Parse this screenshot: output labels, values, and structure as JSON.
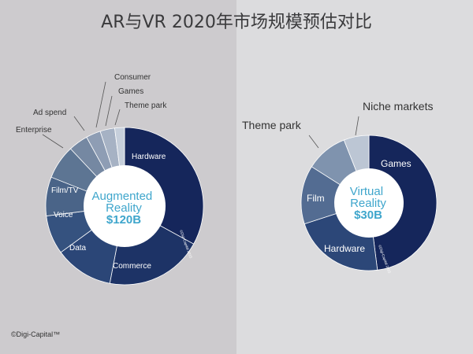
{
  "title": "AR与VR 2020年市场规模预估对比",
  "copyright": "©Digi-Capital™",
  "colors": {
    "left_bg": "#cdcbce",
    "right_bg": "#dcdcde",
    "center_text": "#3fa6cc",
    "dark_navy": "#15265b"
  },
  "chart_data": [
    {
      "type": "pie",
      "title": "Augmented Reality",
      "center_value": "$120B",
      "watermark": "©Digi-Capital 2015",
      "slices": [
        {
          "label": "Hardware",
          "value": 33,
          "color": "#15265b"
        },
        {
          "label": "Commerce",
          "value": 20,
          "color": "#1d3366"
        },
        {
          "label": "Data",
          "value": 12,
          "color": "#2b4677"
        },
        {
          "label": "Voice",
          "value": 8,
          "color": "#35527f"
        },
        {
          "label": "Film/TV",
          "value": 8,
          "color": "#4a6488"
        },
        {
          "label": "Enterprise",
          "value": 7,
          "color": "#5d7593"
        },
        {
          "label": "Ad spend",
          "value": 4,
          "color": "#7588a2"
        },
        {
          "label": "Consumer",
          "value": 3,
          "color": "#8e9db4"
        },
        {
          "label": "Games",
          "value": 3,
          "color": "#a6b2c4"
        },
        {
          "label": "Theme park",
          "value": 2,
          "color": "#c6cfdb"
        }
      ]
    },
    {
      "type": "pie",
      "title": "Virtual Reality",
      "center_value": "$30B",
      "watermark": "©Digi-Capital 2015",
      "slices": [
        {
          "label": "Games",
          "value": 48,
          "color": "#15265b"
        },
        {
          "label": "Hardware",
          "value": 22,
          "color": "#2c4778"
        },
        {
          "label": "Film",
          "value": 14,
          "color": "#536c92"
        },
        {
          "label": "Theme park",
          "value": 10,
          "color": "#7f93ae"
        },
        {
          "label": "Niche markets",
          "value": 6,
          "color": "#bcc6d4"
        }
      ]
    }
  ]
}
